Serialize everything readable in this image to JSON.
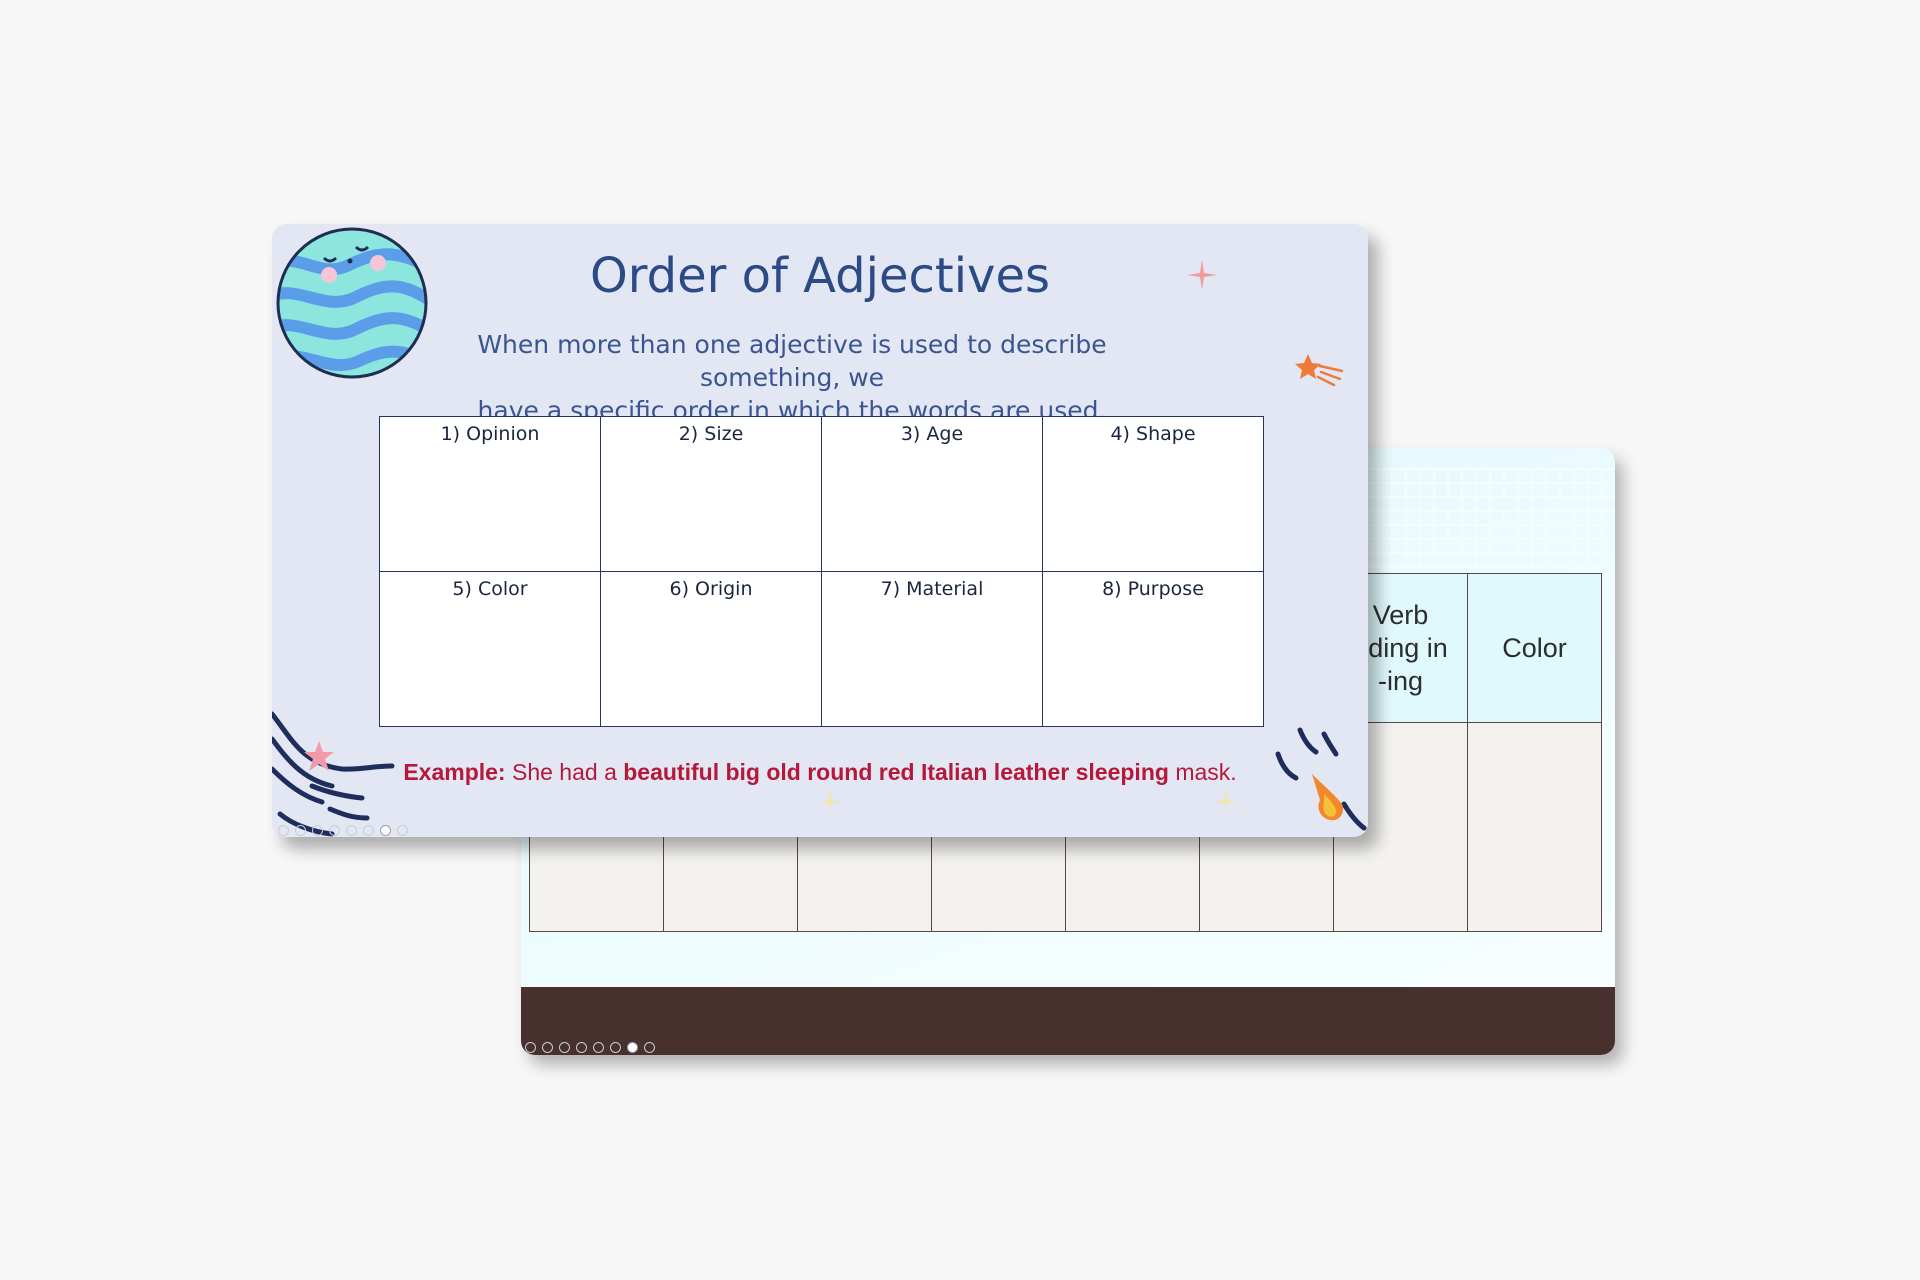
{
  "back_slide": {
    "headers": [
      "",
      "",
      "",
      "",
      "",
      "",
      "Verb\nending in\n-ing",
      "Color"
    ],
    "header_visible_text": [
      "Verb",
      "nding in",
      "-ing"
    ],
    "color_header": "Color",
    "body_cells": [
      "",
      "",
      "",
      "",
      "",
      "",
      "",
      ""
    ],
    "colors": {
      "header_bg": "#dff9fd",
      "body_bg": "#f3f2ef",
      "footer": "#48302f",
      "border": "#5a4848"
    }
  },
  "front_slide": {
    "title": "Order of Adjectives",
    "subtitle_line1": "When more than one adjective is used to describe something, we",
    "subtitle_line2": "have a specific order in which the words are used.",
    "table": {
      "row1": [
        "1) Opinion",
        "2) Size",
        "3) Age",
        "4) Shape"
      ],
      "row2": [
        "5) Color",
        "6) Origin",
        "7) Material",
        "8) Purpose"
      ]
    },
    "example": {
      "label": "Example:",
      "pre": "She had a",
      "bold": "beautiful big old round red Italian leather sleeping",
      "post": "mask."
    },
    "icons": [
      "planet-icon",
      "sparkle-icon",
      "shooting-star-icon",
      "comet-icon",
      "swirl-lines-icon",
      "starfish-icon"
    ],
    "colors": {
      "background": "#e2e7f3",
      "title": "#2c4a86",
      "text": "#3b5590",
      "accent": "#b5183a",
      "border": "#243562"
    }
  }
}
